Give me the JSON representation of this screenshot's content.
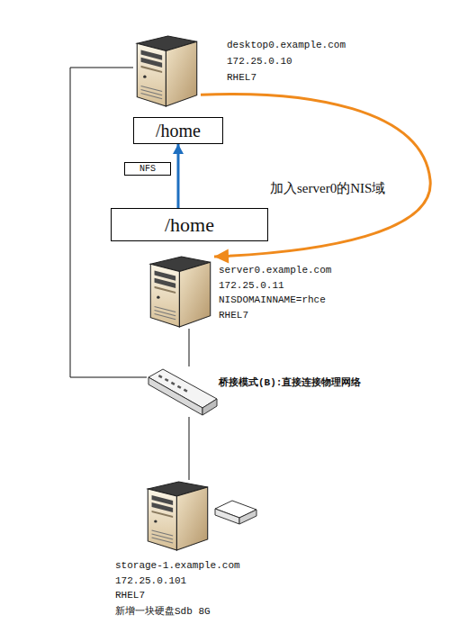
{
  "diagram": {
    "nodes": [
      {
        "text": [
          "desktop0.example.com",
          "172.25.0.10",
          "RHEL7"
        ]
      },
      {
        "text": [
          "/home"
        ]
      },
      {
        "text": [
          "/home"
        ]
      },
      {
        "text": [
          "server0.example.com",
          "172.25.0.11",
          "NISDOMAINNAME=rhce",
          "RHEL7"
        ]
      },
      {
        "text": [
          "桥接模式(B):直接连接物理网络"
        ]
      },
      {
        "text": [
          "storage-1.example.com",
          "172.25.0.101",
          "RHEL7",
          "新增一块硬盘Sdb 8G"
        ]
      }
    ],
    "edges": [
      {
        "from": 2,
        "to": 1,
        "arrow": "to",
        "label": "NFS"
      },
      {
        "from": 0,
        "to": 3,
        "arrow": "to",
        "label": "加入server0的NIS域"
      },
      {
        "from": 0,
        "to": 4,
        "arrow": "none"
      },
      {
        "from": 3,
        "to": 4,
        "arrow": "none"
      },
      {
        "from": 4,
        "to": 5,
        "arrow": "none"
      }
    ]
  }
}
